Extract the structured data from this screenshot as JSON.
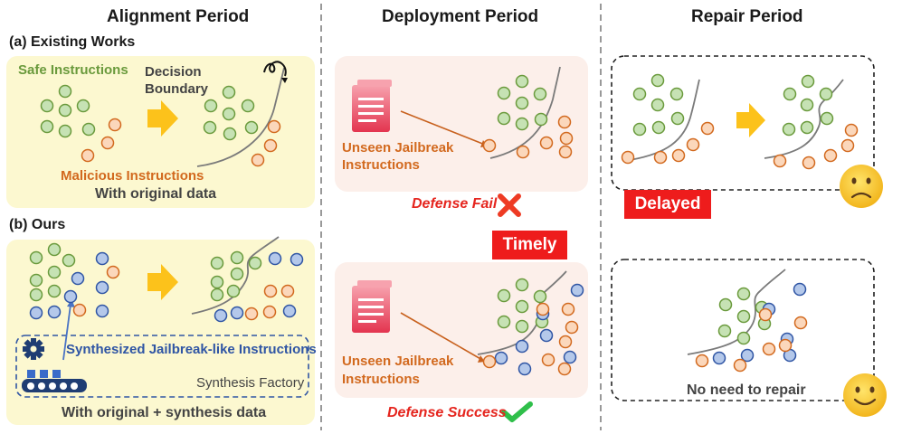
{
  "columns": {
    "alignment": "Alignment Period",
    "deployment": "Deployment Period",
    "repair": "Repair Period"
  },
  "existing": {
    "heading": "(a) Existing Works",
    "safe_label": "Safe Instructions",
    "boundary_label_1": "Decision",
    "boundary_label_2": "Boundary",
    "malicious_label": "Malicious Instructions",
    "caption": "With original data"
  },
  "ours": {
    "heading": "(b) Ours",
    "synth_label": "Synthesized Jailbreak-like Instructions",
    "factory_label": "Synthesis Factory",
    "caption": "With original + synthesis data"
  },
  "deployment": {
    "unseen_1": "Unseen Jailbreak",
    "unseen_2": "Instructions",
    "fail_label": "Defense Fail",
    "timely_label": "Timely",
    "success_label": "Defense Success"
  },
  "repair": {
    "delayed_label": "Delayed",
    "no_repair_label": "No need to repair"
  },
  "colors": {
    "panel_yellow": "#fcf8d0",
    "panel_pink": "#fcefea",
    "safe_green": "#c6e2b4",
    "malicious_orange": "#fbd7bb",
    "synth_blue": "#b4c8ea",
    "red": "#ee1c1c"
  }
}
